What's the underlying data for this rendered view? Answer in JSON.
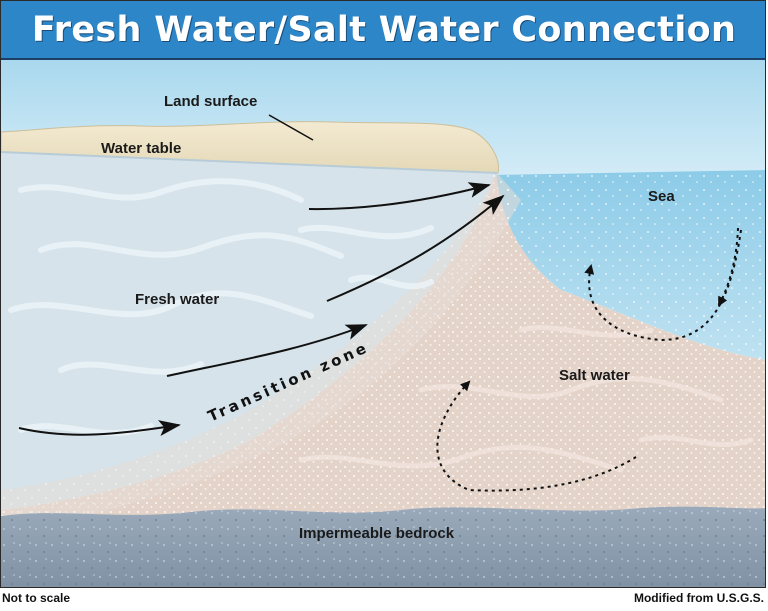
{
  "title": "Fresh Water/Salt Water Connection",
  "labels": {
    "land_surface": "Land surface",
    "water_table": "Water table",
    "sea": "Sea",
    "fresh_water": "Fresh water",
    "transition_zone": "Transition zone",
    "salt_water": "Salt water",
    "bedrock": "Impermeable bedrock"
  },
  "footer": {
    "left": "Not to scale",
    "right": "Modified from U.S.G.S."
  },
  "colors": {
    "title_bar": "#2d86c7",
    "sky": "#bfe3f2",
    "sea": "#9fd3ea",
    "fresh_water": "#d9e4ea",
    "salt_water": "#e3d2c8",
    "land": "#ece2c6",
    "bedrock": "#8b9cab"
  }
}
